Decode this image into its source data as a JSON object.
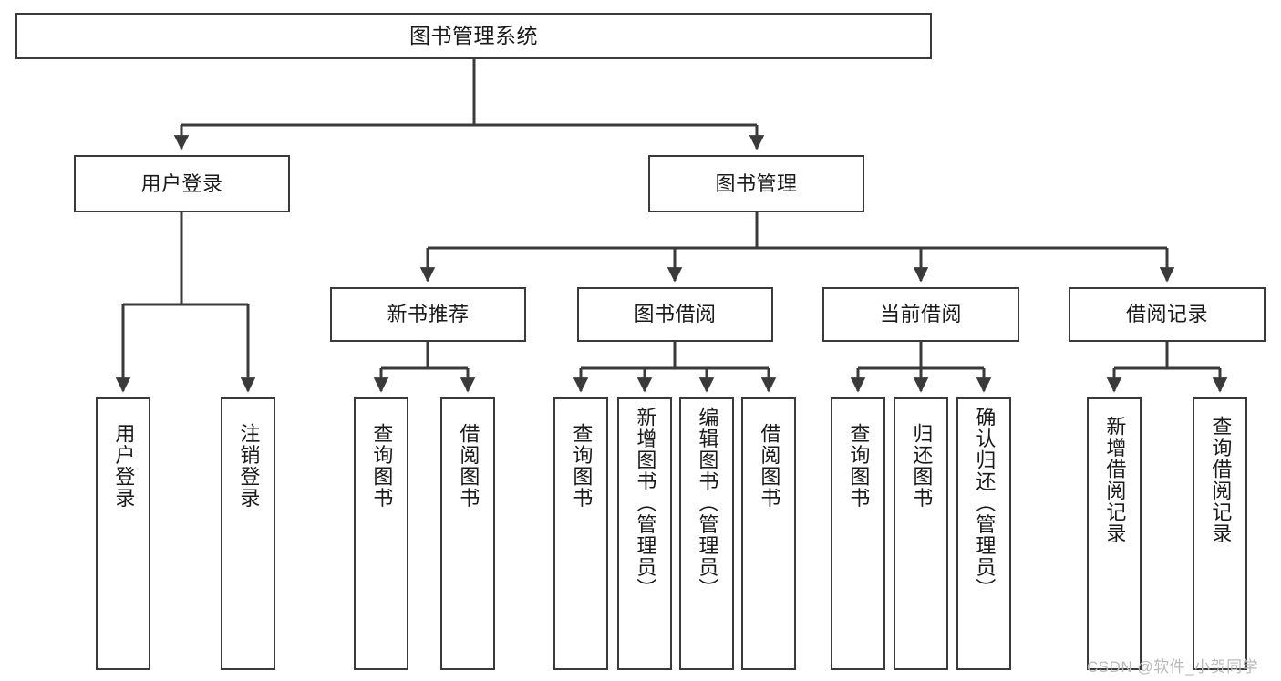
{
  "diagram": {
    "title": "图书管理系统",
    "type": "tree-hierarchy-chart",
    "line_color": "#3a3a3a",
    "box_fill": "#ffffff",
    "text_color": "#1a1a1a",
    "watermark": "CSDN @软件_小贺同学",
    "nodes": {
      "root": {
        "label": "图书管理系统"
      },
      "level2": [
        {
          "id": "user-login",
          "label": "用户登录"
        },
        {
          "id": "book-manage",
          "label": "图书管理"
        }
      ],
      "level3": [
        {
          "id": "new-book-rec",
          "label": "新书推荐"
        },
        {
          "id": "book-borrow",
          "label": "图书借阅"
        },
        {
          "id": "current-borrow",
          "label": "当前借阅"
        },
        {
          "id": "borrow-record",
          "label": "借阅记录"
        }
      ],
      "leaves": {
        "user_login": [
          {
            "id": "leaf-user-login",
            "label": "用户登录"
          },
          {
            "id": "leaf-logout-login",
            "label": "注销登录"
          }
        ],
        "new_book_rec": [
          {
            "id": "leaf-query-book-1",
            "label": "查询图书"
          },
          {
            "id": "leaf-borrow-book-1",
            "label": "借阅图书"
          }
        ],
        "book_borrow": [
          {
            "id": "leaf-query-book-2",
            "label": "查询图书"
          },
          {
            "id": "leaf-add-book",
            "label": "新增图书（管理员）"
          },
          {
            "id": "leaf-edit-book",
            "label": "编辑图书（管理员）"
          },
          {
            "id": "leaf-borrow-book-2",
            "label": "借阅图书"
          }
        ],
        "current_borrow": [
          {
            "id": "leaf-query-book-3",
            "label": "查询图书"
          },
          {
            "id": "leaf-return-book",
            "label": "归还图书"
          },
          {
            "id": "leaf-confirm-return",
            "label": "确认归还（管理员）"
          }
        ],
        "borrow_record": [
          {
            "id": "leaf-add-record",
            "label": "新增借阅记录"
          },
          {
            "id": "leaf-query-record",
            "label": "查询借阅记录"
          }
        ]
      }
    }
  }
}
